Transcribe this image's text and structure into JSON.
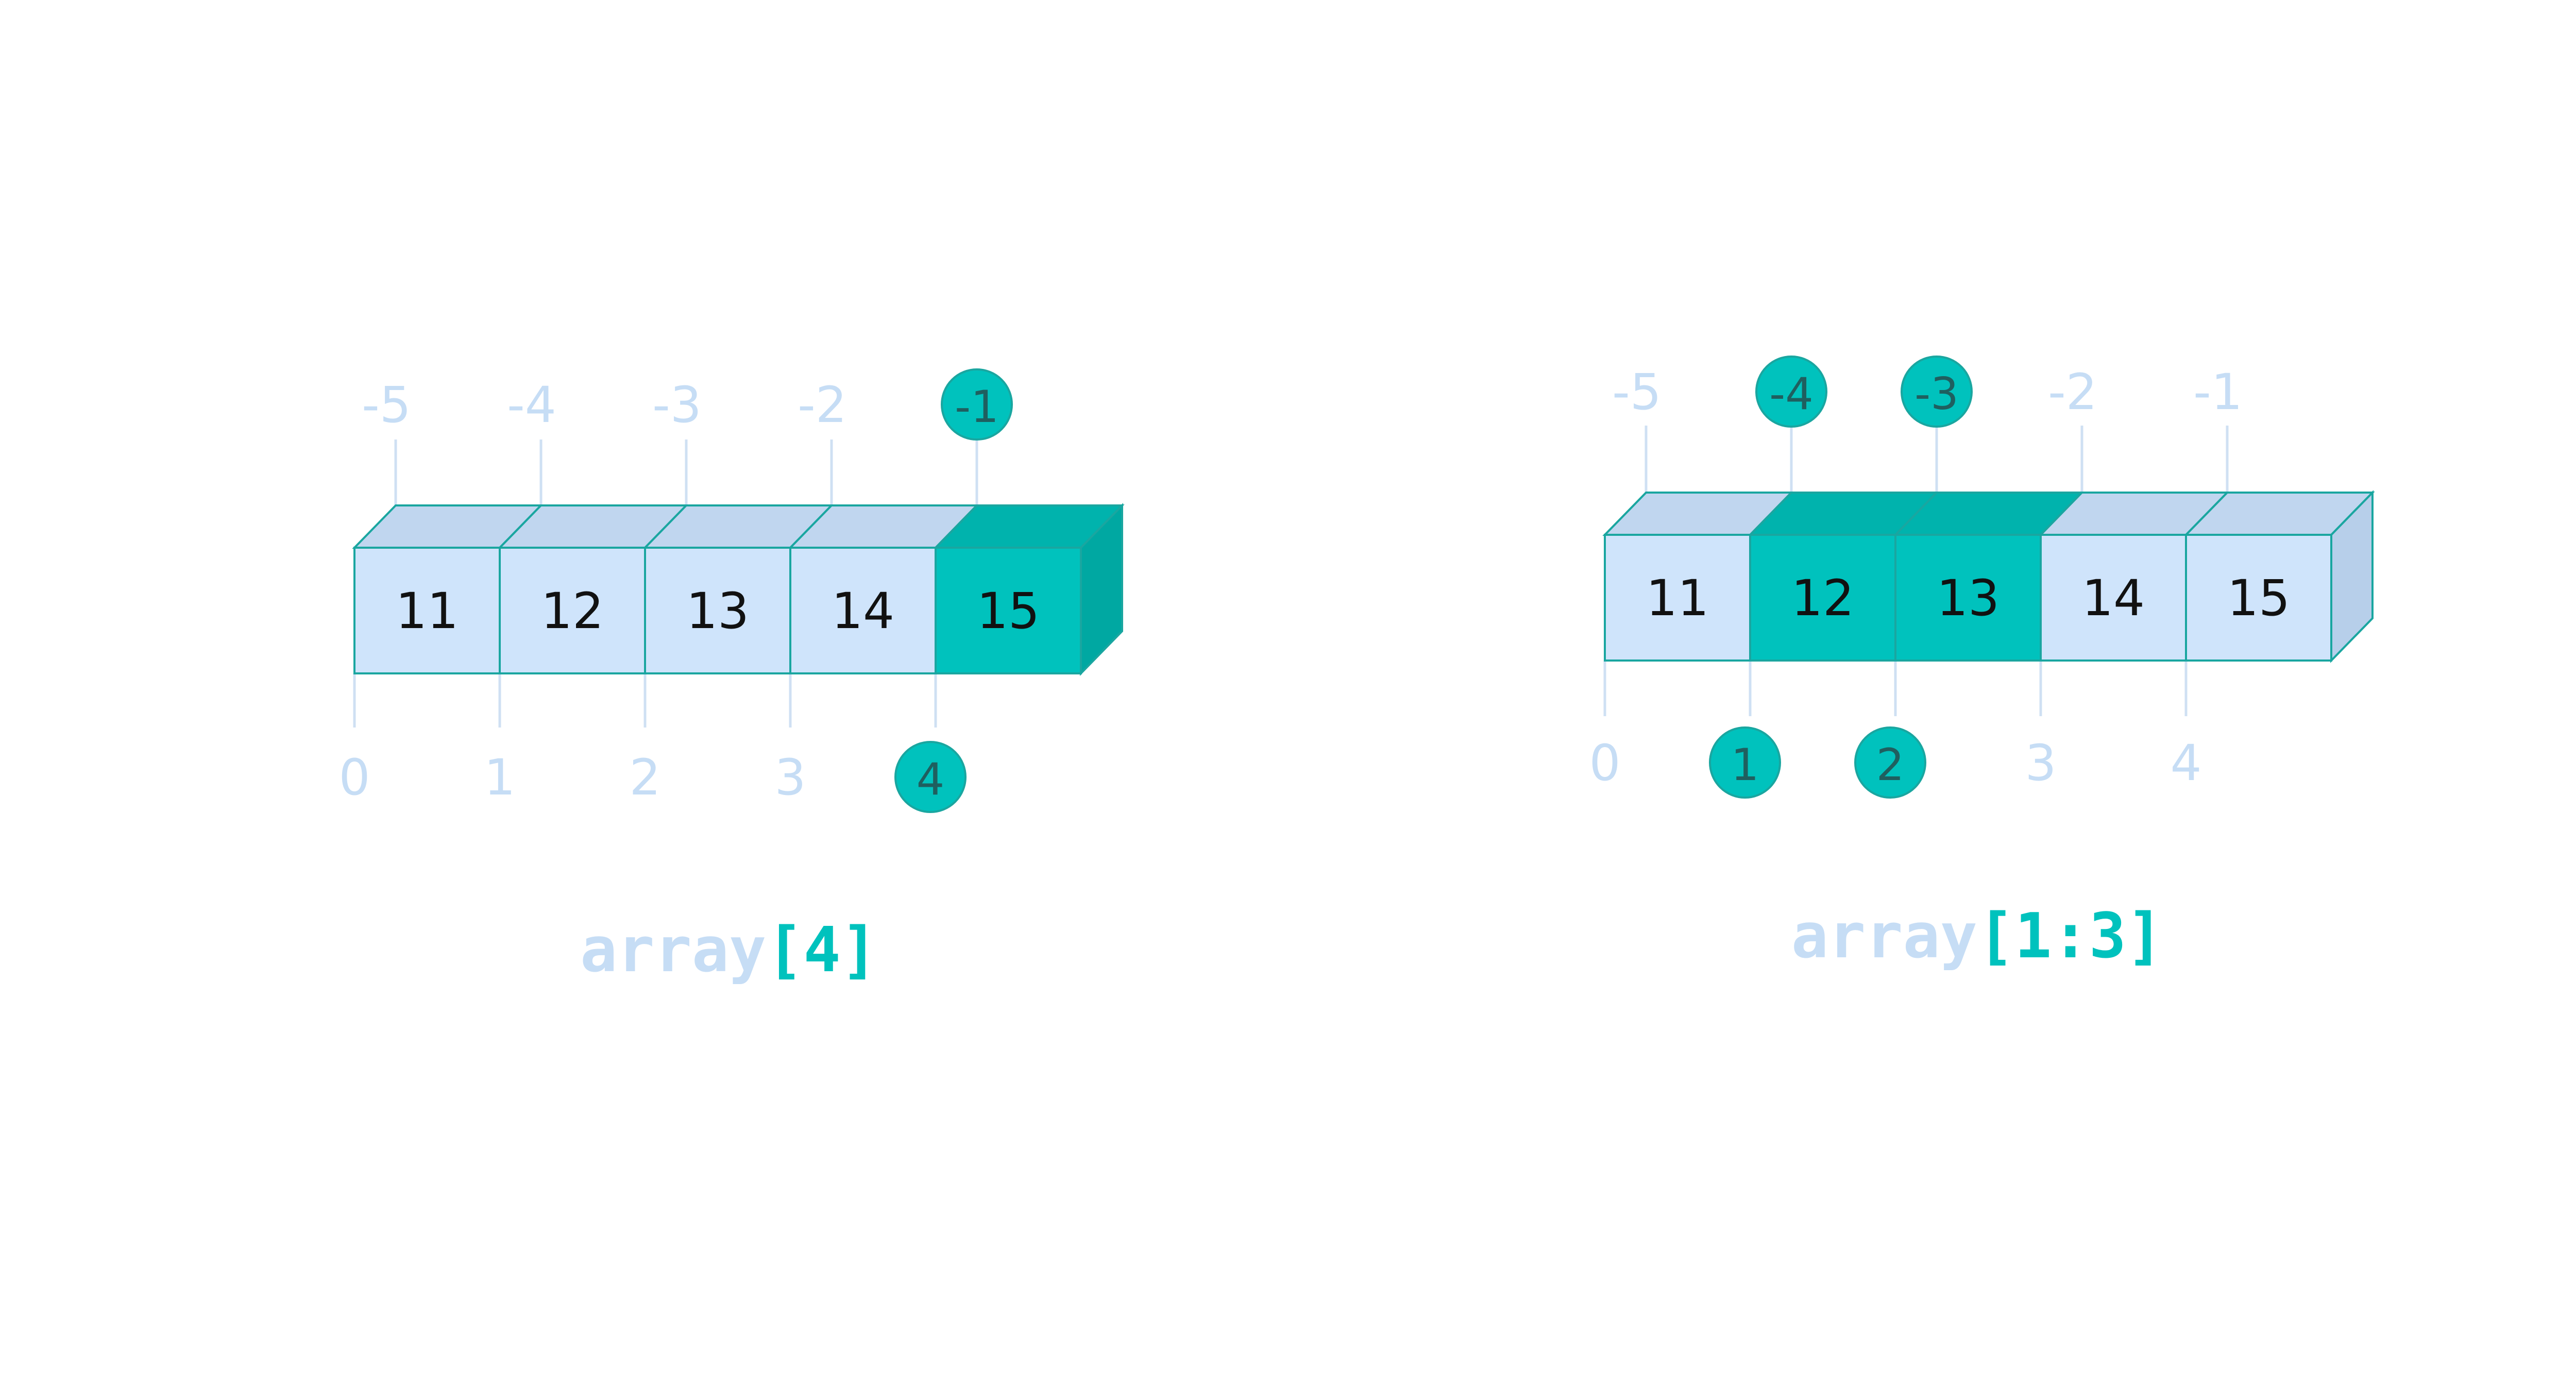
{
  "colors": {
    "cell_fill": "#cfe4fb",
    "cell_top": "#c0d6ef",
    "cell_side": "#b7cfea",
    "cell_stroke": "#1aa6a0",
    "highlight_fill": "#00c2bd",
    "highlight_top": "#00b3ad",
    "highlight_side": "#00a8a2",
    "index_faint": "#c6ddf5",
    "index_highlight_text": "#1f5f5f",
    "tick_line": "#cfe0f3",
    "caption_bracket": "#00c2bd"
  },
  "diagrams": [
    {
      "id": "single-index",
      "values": [
        "11",
        "12",
        "13",
        "14",
        "15"
      ],
      "highlighted": [
        4
      ],
      "positive_indices": [
        "0",
        "1",
        "2",
        "3",
        "4"
      ],
      "negative_indices": [
        "-5",
        "-4",
        "-3",
        "-2",
        "-1"
      ],
      "caption_name": "array",
      "caption_subscript": "[4]"
    },
    {
      "id": "slice",
      "values": [
        "11",
        "12",
        "13",
        "14",
        "15"
      ],
      "highlighted": [
        1,
        2
      ],
      "positive_indices": [
        "0",
        "1",
        "2",
        "3",
        "4"
      ],
      "negative_indices": [
        "-5",
        "-4",
        "-3",
        "-2",
        "-1"
      ],
      "caption_name": "array",
      "caption_subscript": "[1:3]"
    }
  ]
}
